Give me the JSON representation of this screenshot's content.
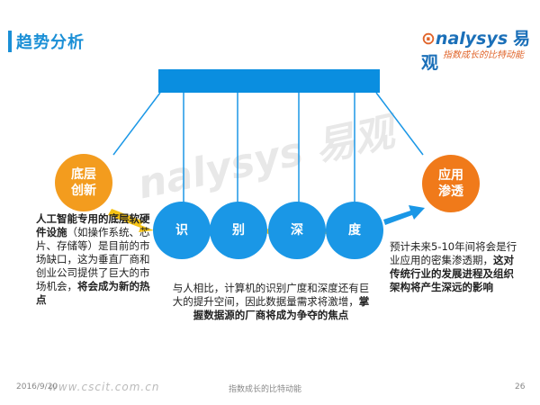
{
  "header": {
    "title": "趋势分析",
    "logo_en": "nalysys",
    "logo_cn": "易观",
    "tagline": "指数成长的比特动能"
  },
  "watermark": "nalysys 易观",
  "diagram": {
    "left_node": "底层\n创新",
    "right_node": "应用\n渗透",
    "balls": [
      {
        "label": "识"
      },
      {
        "label": "别"
      },
      {
        "label": "深"
      },
      {
        "label": "度"
      }
    ]
  },
  "left_text": {
    "bold1": "人工智能专用的底层软硬件设施",
    "normal": "（如操作系统、芯片、存储等）是目前的市场缺口，这为垂直厂商和创业公司提供了巨大的市场机会，",
    "bold2": "将会成为新的热点"
  },
  "mid_text": {
    "normal": "与人相比，计算机的识别广度和深度还有巨大的提升空间，因此数据量需求将激增，",
    "bold": "掌握数据源的厂商将成为争夺的焦点"
  },
  "right_text": {
    "normal": "预计未来5-10年间将会是行业应用的密集渗透期，",
    "bold": "这对传统行业的发展进程及组织架构将产生深远的影响"
  },
  "footer": {
    "date": "2016/9/20",
    "url": "www.cscit.com.cn",
    "center": "指数成长的比特动能",
    "page": "26"
  },
  "colors": {
    "accent_blue": "#1a8fd6",
    "bar_blue": "#0a8ee0",
    "ball_blue": "#1a97e6",
    "orange": "#f39c1e",
    "orange_right": "#f07a1a",
    "arrow_yellow": "#f6c315"
  }
}
